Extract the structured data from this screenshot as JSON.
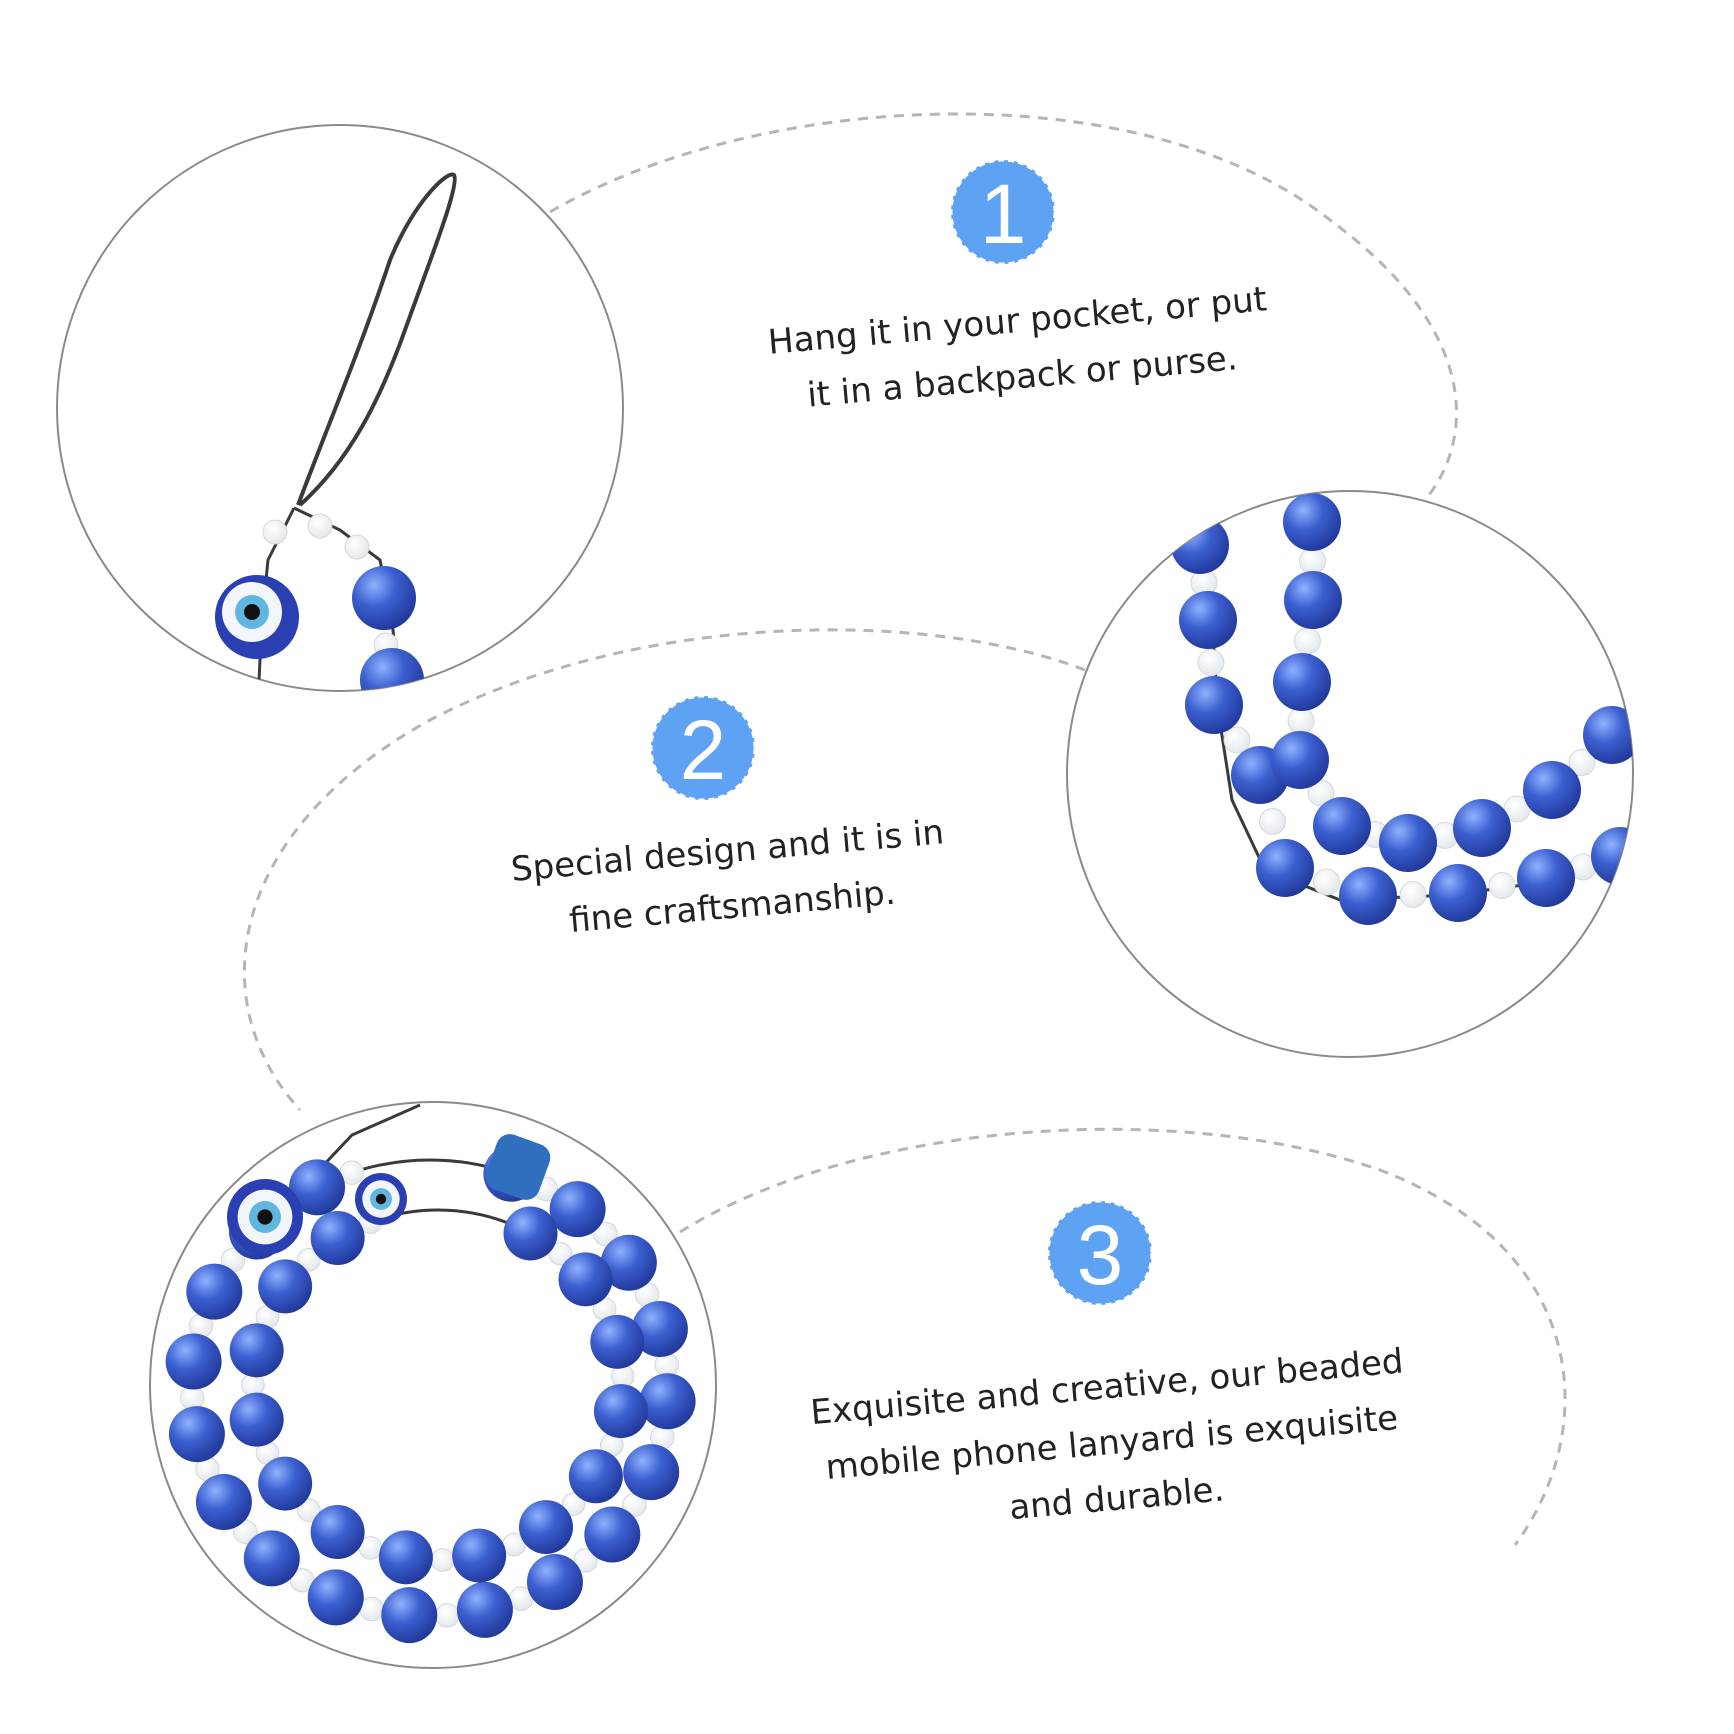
{
  "features": [
    {
      "number": "1",
      "lines": [
        "Hang it in your pocket, or put",
        "it in a backpack or purse."
      ]
    },
    {
      "number": "2",
      "lines": [
        "Special design and it is in",
        "fine craftsmanship."
      ]
    },
    {
      "number": "3",
      "lines": [
        "Exquisite and creative, our beaded",
        "mobile phone lanyard is exquisite",
        "and durable."
      ]
    }
  ],
  "colors": {
    "badge": "#5ea2f4",
    "bead": "#3c5fd0",
    "bead_dark": "#2742a8",
    "cord": "#3a3a3a",
    "frame": "#8a8a8a",
    "dash": "#b5b5b5"
  },
  "icons": [
    "evil-eye-bead-icon",
    "crystal-bead-icon",
    "cord-loop-icon"
  ]
}
